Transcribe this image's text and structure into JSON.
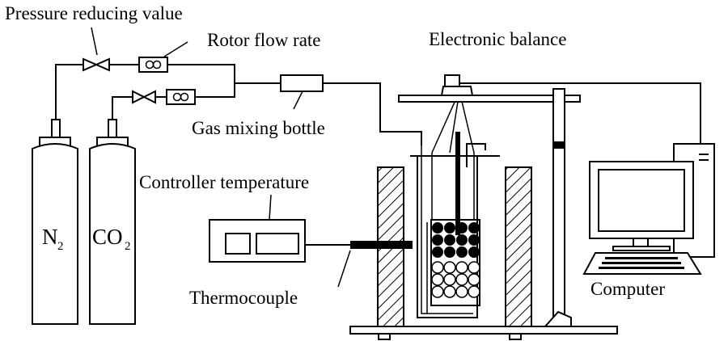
{
  "labels": {
    "pressure_valve": "Pressure reducing value",
    "rotor_flow": "Rotor flow rate",
    "electronic_balance": "Electronic balance",
    "gas_mixing_bottle": "Gas mixing bottle",
    "controller_temperature": "Controller temperature",
    "thermocouple": "Thermocouple",
    "computer": "Computer"
  },
  "cylinders": {
    "n2": {
      "symbol": "N",
      "subscript": "2"
    },
    "co2": {
      "symbol": "CO",
      "subscript": "2"
    }
  },
  "colors": {
    "line": "#000000",
    "background": "#ffffff"
  }
}
